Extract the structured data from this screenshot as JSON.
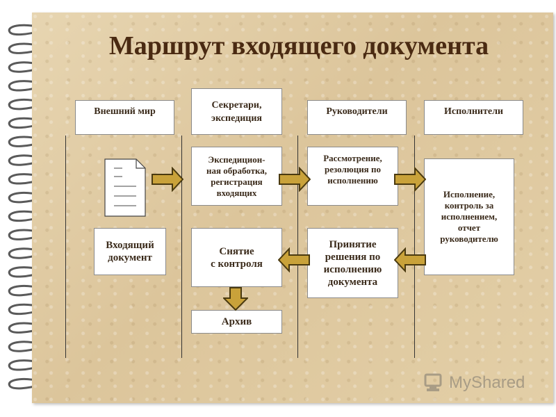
{
  "title": "Маршрут входящего документа",
  "headers": {
    "external": "Внешний мир",
    "secretaries": "Секретари,\nэкспедиция",
    "managers": "Руководители",
    "executors": "Исполнители"
  },
  "steps": {
    "incoming_doc": "Входящий\nдокумент",
    "expedition": "Экспедицион-\nная обработка,\nрегистрация\nвходящих",
    "review": "Рассмотрение,\nрезолюция по\nисполнению",
    "execution": "Исполнение,\nконтроль за\nисполнением,\nотчет\nруководителю",
    "decision": "Принятие\nрешения по\nисполнению\nдокумента",
    "removal": "Снятие\nс контроля",
    "archive": "Архив"
  },
  "logo": {
    "text": "MyShared"
  },
  "colors": {
    "title": "#4a2a12",
    "arrow": "#c9a23a",
    "arrow_edge": "#4a3a10",
    "paper": "#e3cfa7"
  }
}
